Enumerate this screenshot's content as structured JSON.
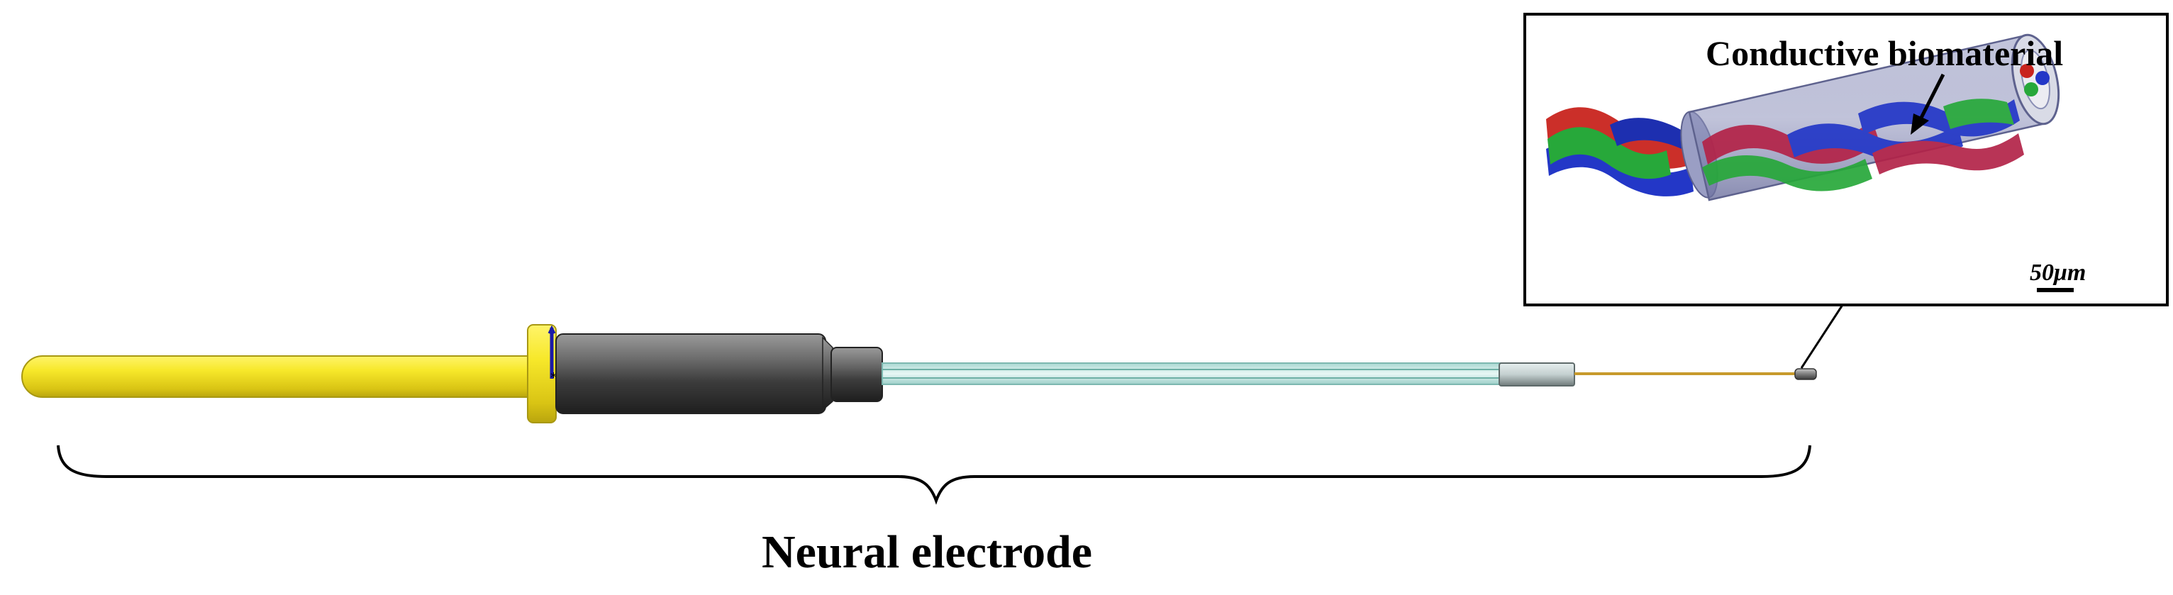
{
  "labels": {
    "main": "Neural electrode",
    "inset": "Conductive biomaterial",
    "scale_bar": "50μm"
  },
  "colors": {
    "handle": "#f2e321",
    "collar": "#f5e62a",
    "metal_body": "#5a5a5a",
    "glass_tube": "#c9e8e4",
    "wire": "#c79a2c",
    "strand_red": "#c8241e",
    "strand_green": "#27a83a",
    "strand_blue": "#2337c7",
    "sheath": "#8a8fb5"
  }
}
